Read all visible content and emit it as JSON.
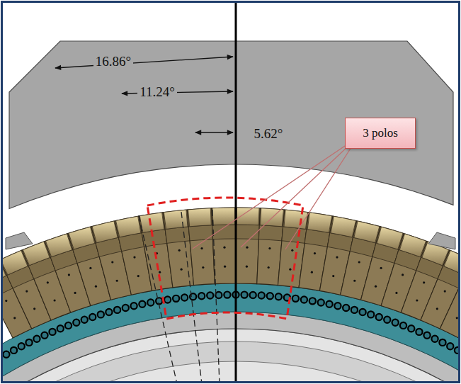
{
  "diagram": {
    "nodes": [
      {
        "text": [
          "3 polos"
        ]
      }
    ],
    "labels": [
      "16.86°",
      "11.24°",
      "5.62°"
    ]
  }
}
